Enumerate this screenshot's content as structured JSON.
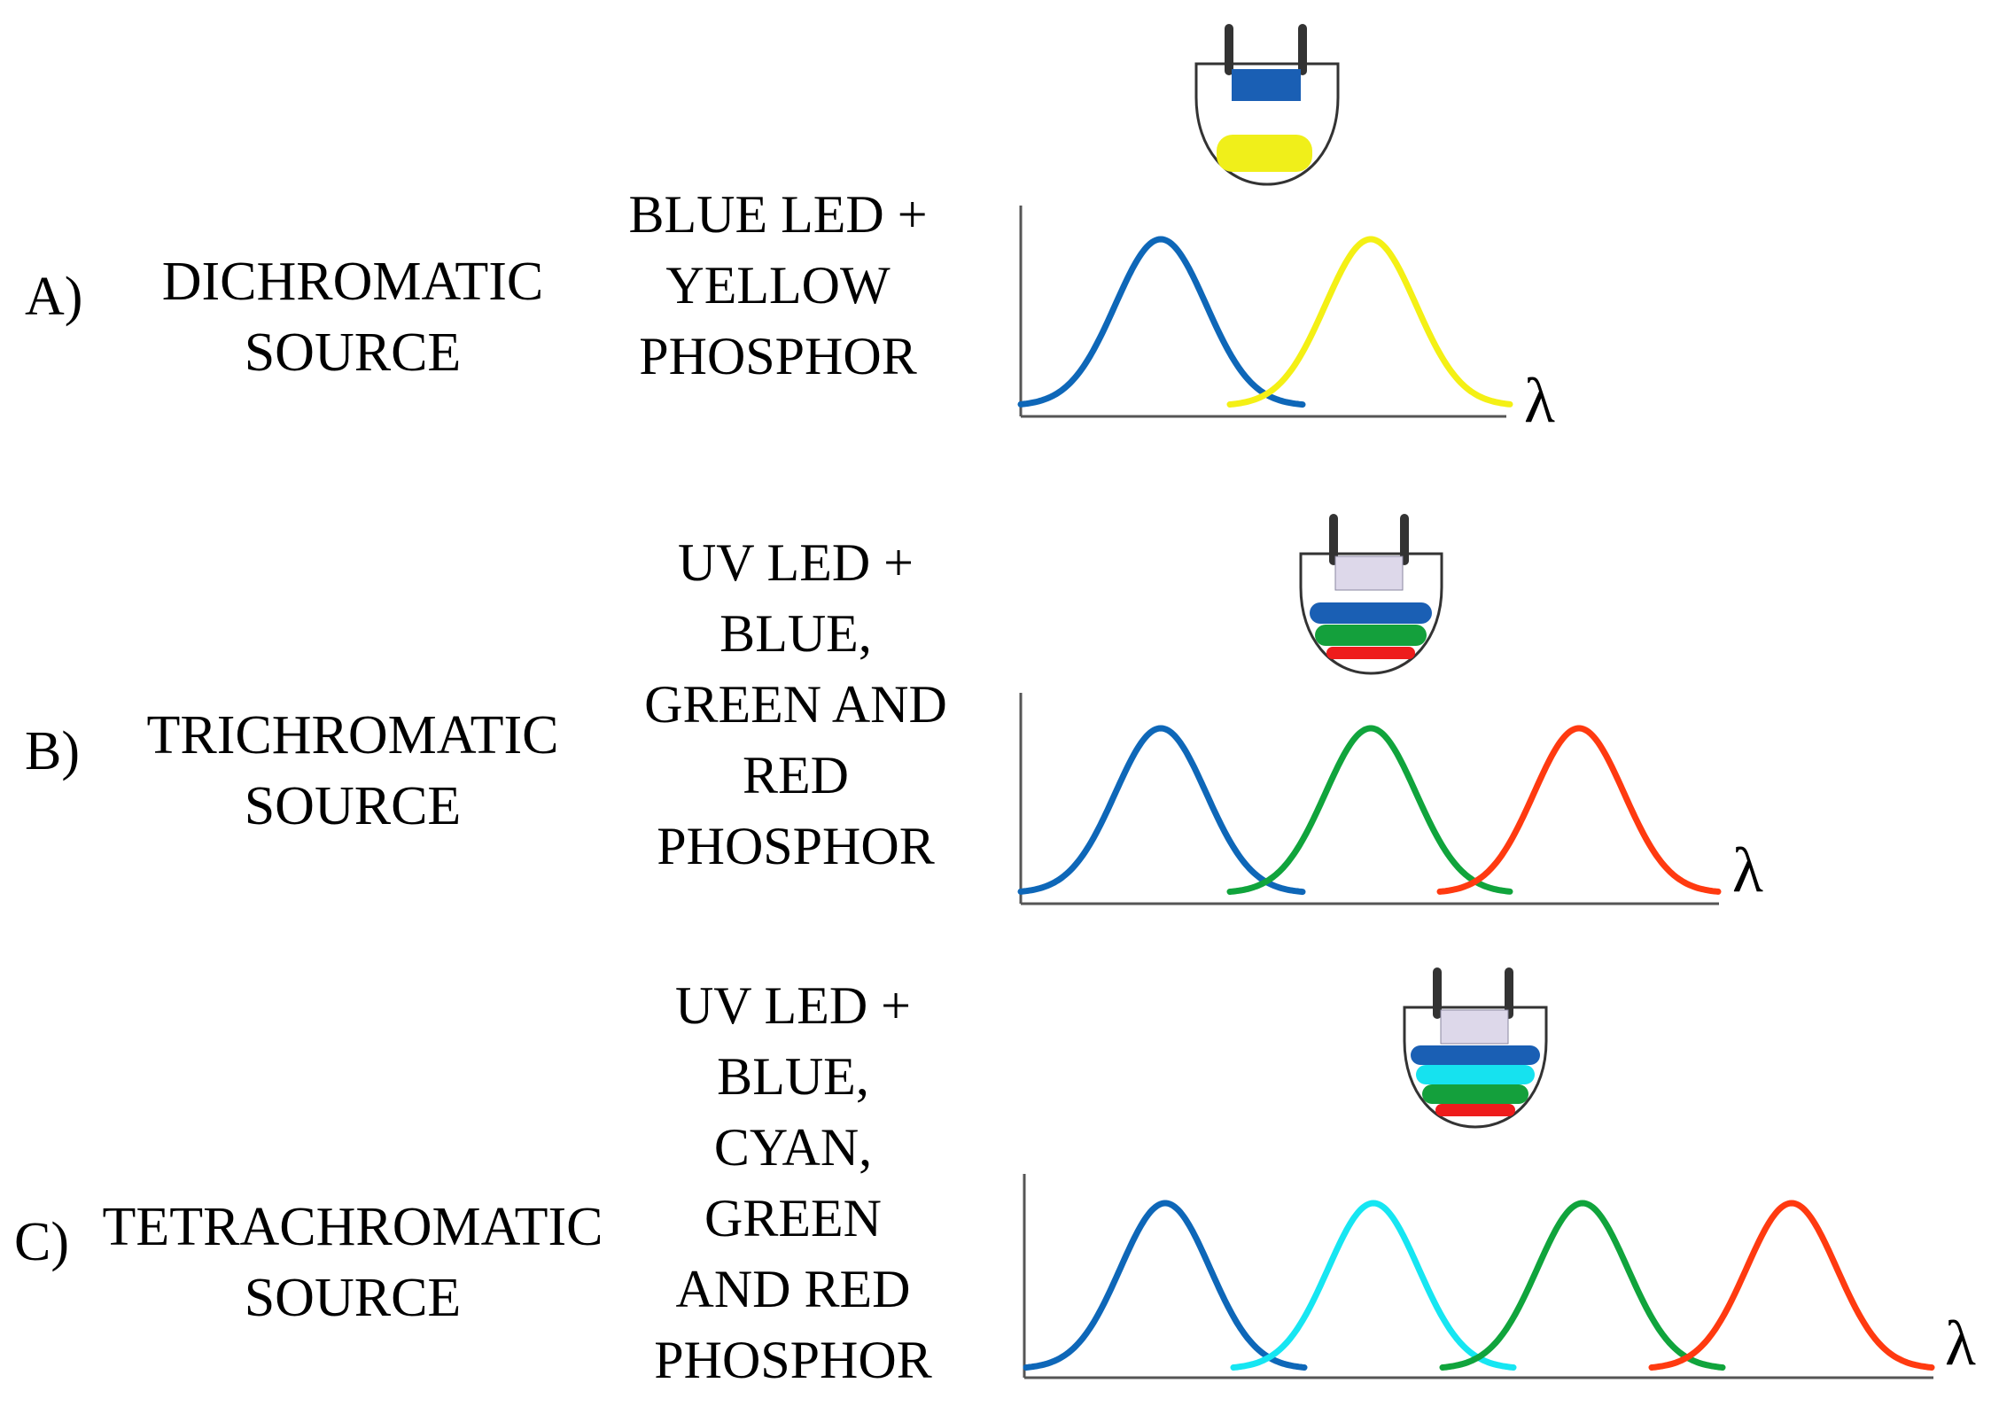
{
  "rows": [
    {
      "letter": "A)",
      "source_lines": [
        "DICHROMATIC",
        "SOURCE"
      ],
      "description_lines": [
        "BLUE LED +",
        "YELLOW",
        "PHOSPHOR"
      ],
      "axis_label": "λ",
      "led": {
        "chip_color": "#1a5fb4",
        "phosphor_layers": [
          "#f0ef1a"
        ]
      },
      "spectrum_colors": [
        "#0e67b8",
        "#f4f015"
      ]
    },
    {
      "letter": "B)",
      "source_lines": [
        "TRICHROMATIC",
        "SOURCE"
      ],
      "description_lines": [
        "UV LED +",
        "BLUE,",
        "GREEN AND",
        "RED",
        "PHOSPHOR"
      ],
      "axis_label": "λ",
      "led": {
        "chip_color": "#ddd8ea",
        "phosphor_layers": [
          "#1a5fb4",
          "#14a03c",
          "#ee1c1c"
        ]
      },
      "spectrum_colors": [
        "#0e67b8",
        "#10a43c",
        "#ff3a10"
      ]
    },
    {
      "letter": "C)",
      "source_lines": [
        "TETRACHROMATIC",
        "SOURCE"
      ],
      "description_lines": [
        "UV LED +",
        "BLUE,",
        "CYAN,",
        "GREEN",
        "AND RED",
        "PHOSPHOR"
      ],
      "axis_label": "λ",
      "led": {
        "chip_color": "#ddd8ea",
        "phosphor_layers": [
          "#1a5fb4",
          "#16e2ef",
          "#14a03c",
          "#ee1c1c"
        ]
      },
      "spectrum_colors": [
        "#0e67b8",
        "#16e6f2",
        "#10a43c",
        "#ff3a10"
      ]
    }
  ],
  "colors": {
    "axis": "#555555",
    "led_outline": "#333333",
    "led_pin": "#333333"
  }
}
